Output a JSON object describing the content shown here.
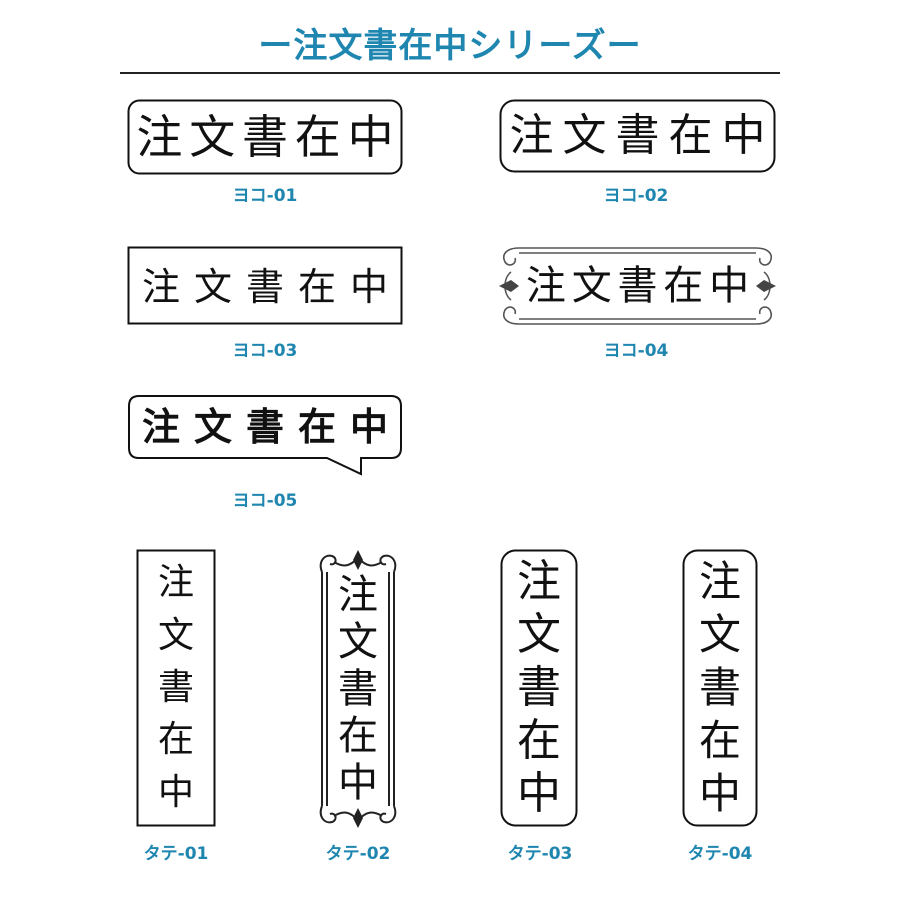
{
  "header": {
    "title": "ー注文書在中シリーズー"
  },
  "stamp_text": [
    "注",
    "文",
    "書",
    "在",
    "中"
  ],
  "horizontal": [
    {
      "id": "yoko-01",
      "label": "ヨコ-01"
    },
    {
      "id": "yoko-02",
      "label": "ヨコ-02"
    },
    {
      "id": "yoko-03",
      "label": "ヨコ-03"
    },
    {
      "id": "yoko-04",
      "label": "ヨコ-04"
    },
    {
      "id": "yoko-05",
      "label": "ヨコ-05"
    }
  ],
  "vertical": [
    {
      "id": "tate-01",
      "label": "タテ-01"
    },
    {
      "id": "tate-02",
      "label": "タテ-02"
    },
    {
      "id": "tate-03",
      "label": "タテ-03"
    },
    {
      "id": "tate-04",
      "label": "タテ-04"
    }
  ],
  "colors": {
    "accent": "#1f86b0",
    "ink": "#111111"
  }
}
